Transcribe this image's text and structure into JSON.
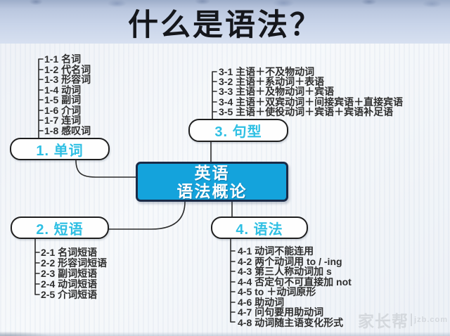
{
  "title": "什么是语法？",
  "center_node": {
    "line1": "英语",
    "line2": "语法概论"
  },
  "branches": {
    "words": {
      "label": "1. 单词",
      "items": [
        "1-1 名词",
        "1-2 代名词",
        "1-3 形容词",
        "1-4 动词",
        "1-5 副词",
        "1-6 介词",
        "1-7 连词",
        "1-8 感叹词"
      ]
    },
    "phrases": {
      "label": "2. 短语",
      "items": [
        "2-1 名词短语",
        "2-2 形容词短语",
        "2-3 副词短语",
        "2-4 动词短语",
        "2-5 介词短语"
      ]
    },
    "sentence_patterns": {
      "label": "3. 句型",
      "items": [
        "3-1 主语＋不及物动词",
        "3-2 主语＋系动词＋表语",
        "3-3 主语＋及物动词＋宾语",
        "3-4 主语＋双宾动词＋间接宾语＋直接宾语",
        "3-5 主语＋使役动词＋宾语＋宾语补足语"
      ]
    },
    "grammar_rules": {
      "label": "4. 语法",
      "items": [
        "4-1 动词不能连用",
        "4-2 两个动词用 to / -ing",
        "4-3 第三人称动词加 s",
        "4-4 否定句不可直接加 not",
        "4-5 to ＋动词原形",
        "4-6 助动词",
        "4-7 问句要用助动词",
        "4-8 动词随主语变化形式"
      ]
    }
  },
  "watermark": {
    "brand": "家长帮",
    "site": "jzb.com"
  },
  "colors": {
    "center_bg": "#14a3dc",
    "center_border": "#1b2b47",
    "node_label": "#2ebfe3",
    "band_bg": "#c8d4e9",
    "line": "#2b2b2b"
  }
}
